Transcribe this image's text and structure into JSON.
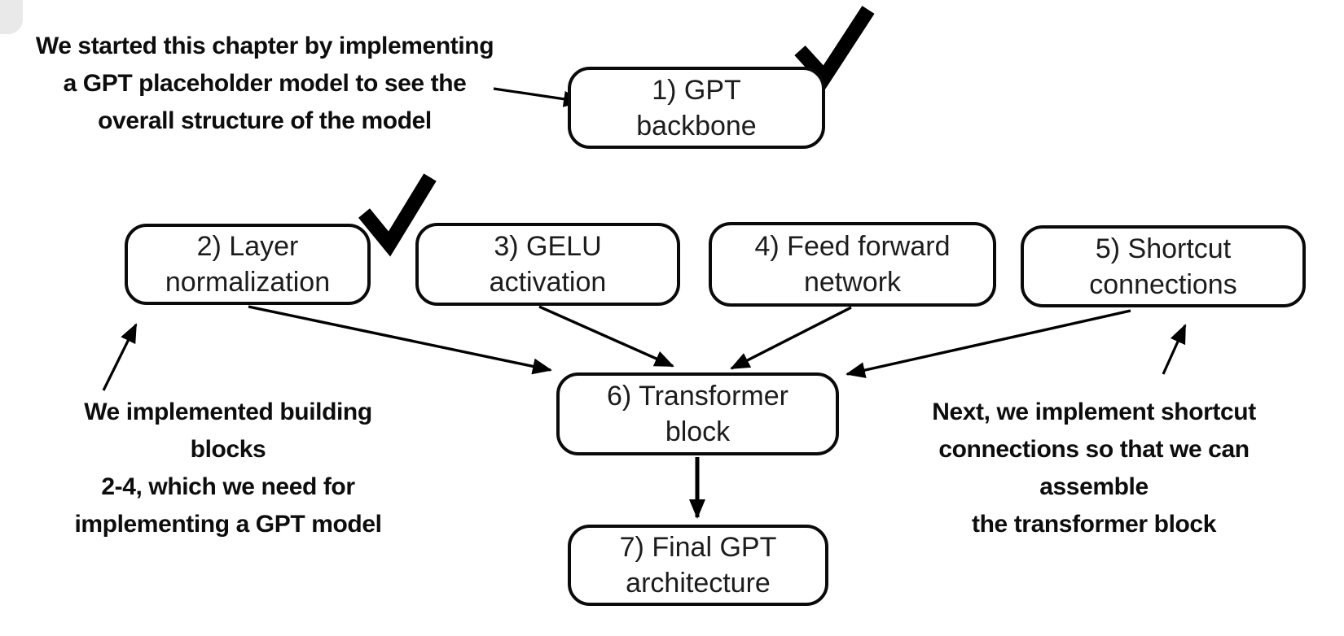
{
  "diagram": {
    "background_color": "#ffffff",
    "ink_color": "#000000",
    "checkmark_icon": "✓"
  },
  "nodes": {
    "gpt_backbone": {
      "line1": "1) GPT",
      "line2": "backbone",
      "checked": true
    },
    "layer_normalization": {
      "line1": "2) Layer",
      "line2": "normalization",
      "checked": true
    },
    "gelu_activation": {
      "line1": "3) GELU",
      "line2": "activation",
      "checked": false
    },
    "feed_forward": {
      "line1": "4) Feed forward",
      "line2": "network",
      "checked": false
    },
    "shortcut_connections": {
      "line1": "5) Shortcut",
      "line2": "connections",
      "checked": false
    },
    "transformer_block": {
      "line1": "6) Transformer",
      "line2": "block",
      "checked": false
    },
    "final_gpt": {
      "line1": "7) Final GPT",
      "line2": "architecture",
      "checked": false
    }
  },
  "annotations": {
    "intro": {
      "lines": [
        "We started this chapter by implementing",
        "a GPT placeholder model to see the",
        "overall structure of the model"
      ]
    },
    "building_blocks": {
      "lines": [
        "We implemented building blocks",
        "2-4, which we need for",
        "implementing a GPT model"
      ]
    },
    "next_shortcut": {
      "lines": [
        "Next, we implement shortcut",
        "connections so that we can assemble",
        "the transformer block"
      ]
    }
  }
}
